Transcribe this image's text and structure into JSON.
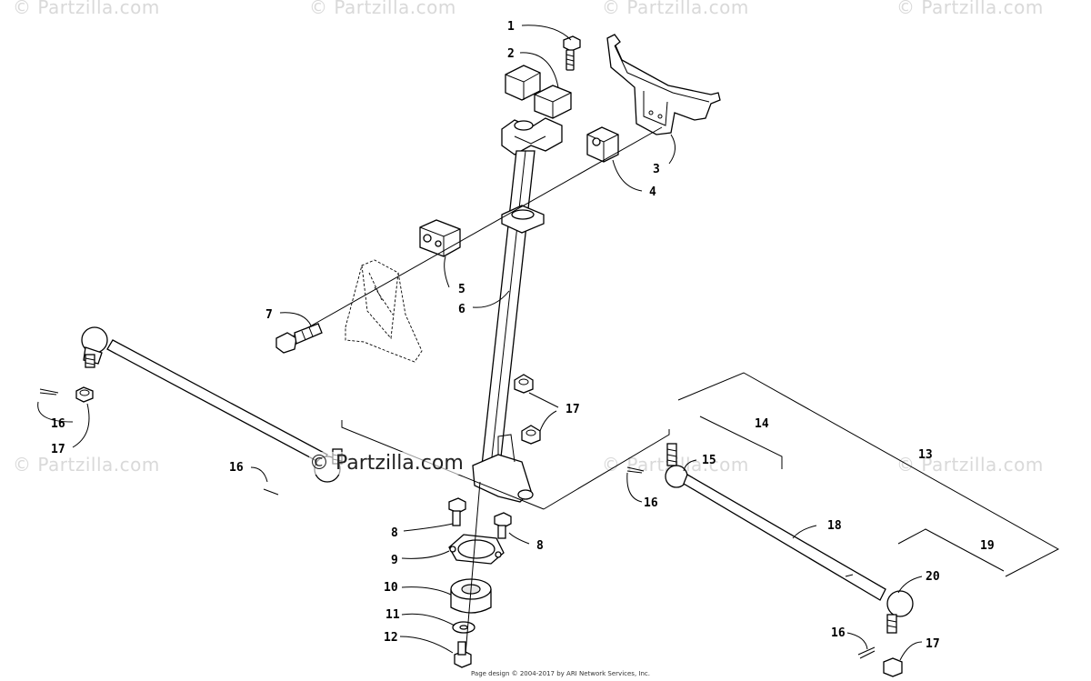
{
  "watermark": {
    "text": "© Partzilla.com",
    "center_text": "© Partzilla.com"
  },
  "footer": {
    "copyright": "Page design © 2004-2017 by ARI Network Services, Inc."
  },
  "callouts": {
    "c1": "1",
    "c2": "2",
    "c3": "3",
    "c4": "4",
    "c5": "5",
    "c6": "6",
    "c7": "7",
    "c8a": "8",
    "c8b": "8",
    "c9": "9",
    "c10": "10",
    "c11": "11",
    "c12": "12",
    "c13": "13",
    "c14": "14",
    "c15": "15",
    "c16a": "16",
    "c16b": "16",
    "c16c": "16",
    "c16d": "16",
    "c17a": "17",
    "c17b": "17",
    "c17c": "17",
    "c18": "18",
    "c19": "19",
    "c20": "20"
  }
}
